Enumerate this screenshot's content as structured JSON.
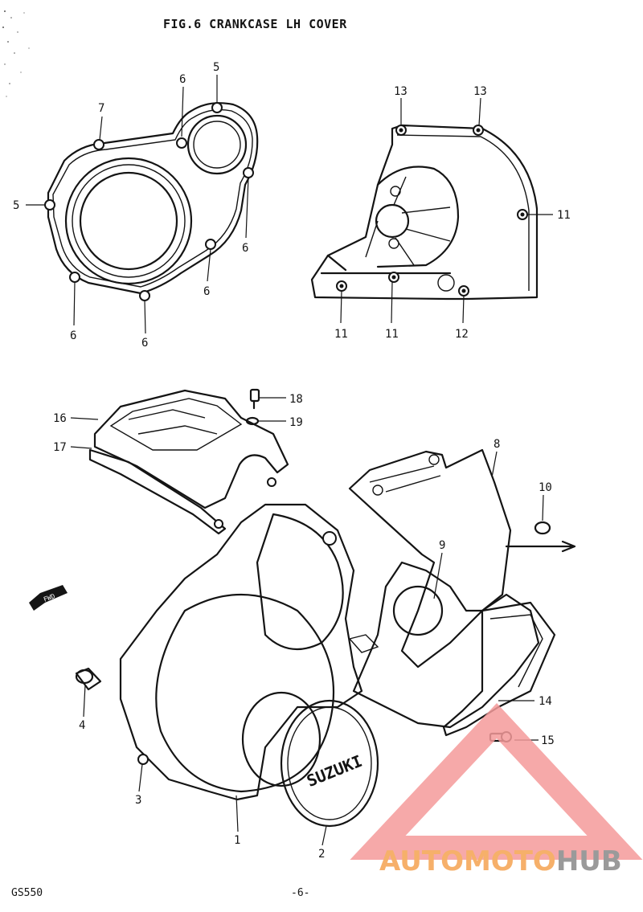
{
  "title": "FIG.6  CRANKCASE LH COVER",
  "footer": {
    "model": "GS550",
    "page": "-6-"
  },
  "logo": {
    "parts": [
      {
        "text": "AUTOMOTO",
        "color": "#f6b06a"
      },
      {
        "text": "HUB",
        "color": "#9a9a9a"
      }
    ],
    "accent_color": "#f49a9a"
  },
  "fwd_arrow": "FWD",
  "brand_text": "SUZUKI",
  "callouts": [
    {
      "id": "c6a",
      "label": "6"
    },
    {
      "id": "c5a",
      "label": "5"
    },
    {
      "id": "c7",
      "label": "7"
    },
    {
      "id": "c5b",
      "label": "5"
    },
    {
      "id": "c6b",
      "label": "6"
    },
    {
      "id": "c6c",
      "label": "6"
    },
    {
      "id": "c6d",
      "label": "6"
    },
    {
      "id": "c6e",
      "label": "6"
    },
    {
      "id": "c13a",
      "label": "13"
    },
    {
      "id": "c13b",
      "label": "13"
    },
    {
      "id": "c11a",
      "label": "11"
    },
    {
      "id": "c11b",
      "label": "11"
    },
    {
      "id": "c11c",
      "label": "11"
    },
    {
      "id": "c12",
      "label": "12"
    },
    {
      "id": "c18",
      "label": "18"
    },
    {
      "id": "c19",
      "label": "19"
    },
    {
      "id": "c16",
      "label": "16"
    },
    {
      "id": "c17",
      "label": "17"
    },
    {
      "id": "c8",
      "label": "8"
    },
    {
      "id": "c10",
      "label": "10"
    },
    {
      "id": "c9",
      "label": "9"
    },
    {
      "id": "c14",
      "label": "14"
    },
    {
      "id": "c15",
      "label": "15"
    },
    {
      "id": "c4",
      "label": "4"
    },
    {
      "id": "c3",
      "label": "3"
    },
    {
      "id": "c1",
      "label": "1"
    },
    {
      "id": "c2",
      "label": "2"
    }
  ]
}
